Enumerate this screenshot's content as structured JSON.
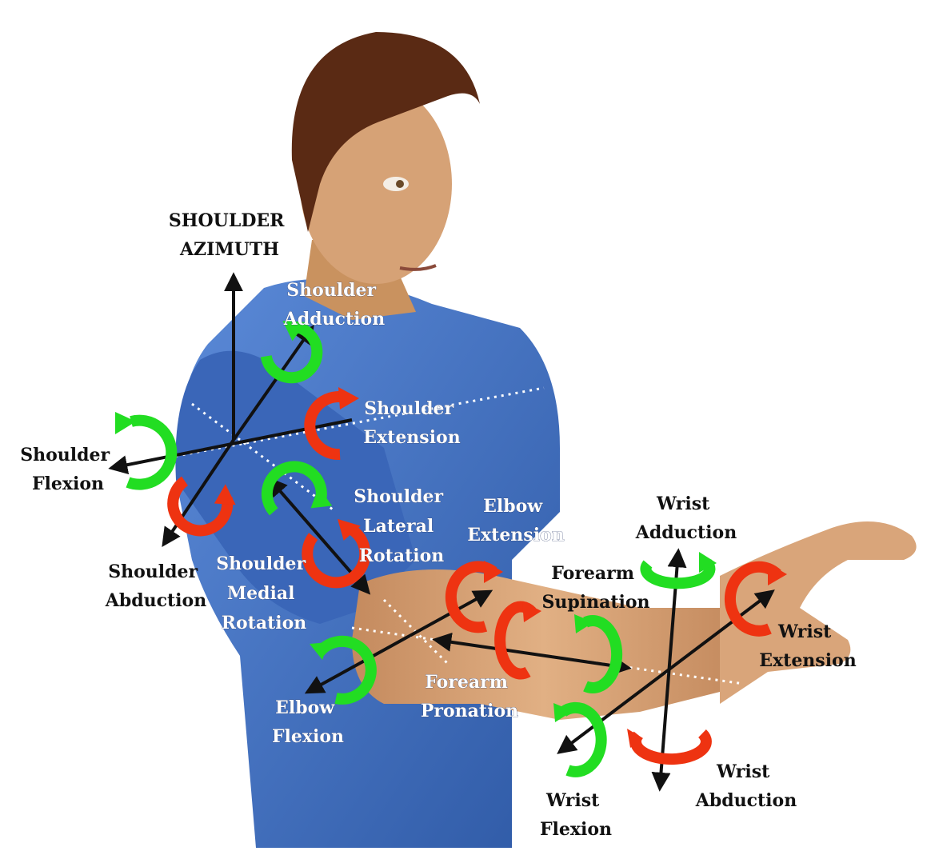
{
  "colors": {
    "background": "#ffffff",
    "shirt": "#4a78c8",
    "shirt_dark": "#2f5aa6",
    "skin": "#d9a57a",
    "skin_dark": "#b9805a",
    "hair": "#5a2a14",
    "arrow": "#111111",
    "rot_green": "#22dd22",
    "rot_red": "#ee3311",
    "axis_dotted": "#ffffff"
  },
  "labels": {
    "shoulder_azimuth": [
      "SHOULDER",
      "AZIMUTH"
    ],
    "shoulder_adduction": [
      "Shoulder",
      "Adduction"
    ],
    "shoulder_extension": [
      "Shoulder",
      "Extension"
    ],
    "shoulder_flexion": [
      "Shoulder",
      "Flexion"
    ],
    "shoulder_abduction": [
      "Shoulder",
      "Abduction"
    ],
    "shoulder_lateral_rotation": [
      "Shoulder",
      "Lateral",
      "Rotation"
    ],
    "shoulder_medial_rotation": [
      "Shoulder",
      "Medial",
      "Rotation"
    ],
    "elbow_extension": [
      "Elbow",
      "Extension"
    ],
    "elbow_flexion": [
      "Elbow",
      "Flexion"
    ],
    "forearm_supination": [
      "Forearm",
      "Supination"
    ],
    "forearm_pronation": [
      "Forearm",
      "Pronation"
    ],
    "wrist_adduction": [
      "Wrist",
      "Adduction"
    ],
    "wrist_extension": [
      "Wrist",
      "Extension"
    ],
    "wrist_abduction": [
      "Wrist",
      "Abduction"
    ],
    "wrist_flexion": [
      "Wrist",
      "Flexion"
    ]
  },
  "icons": {
    "rotation_green": "rotation-arrow-green-icon",
    "rotation_red": "rotation-arrow-red-icon",
    "axis_arrow": "double-headed-arrow-icon"
  }
}
